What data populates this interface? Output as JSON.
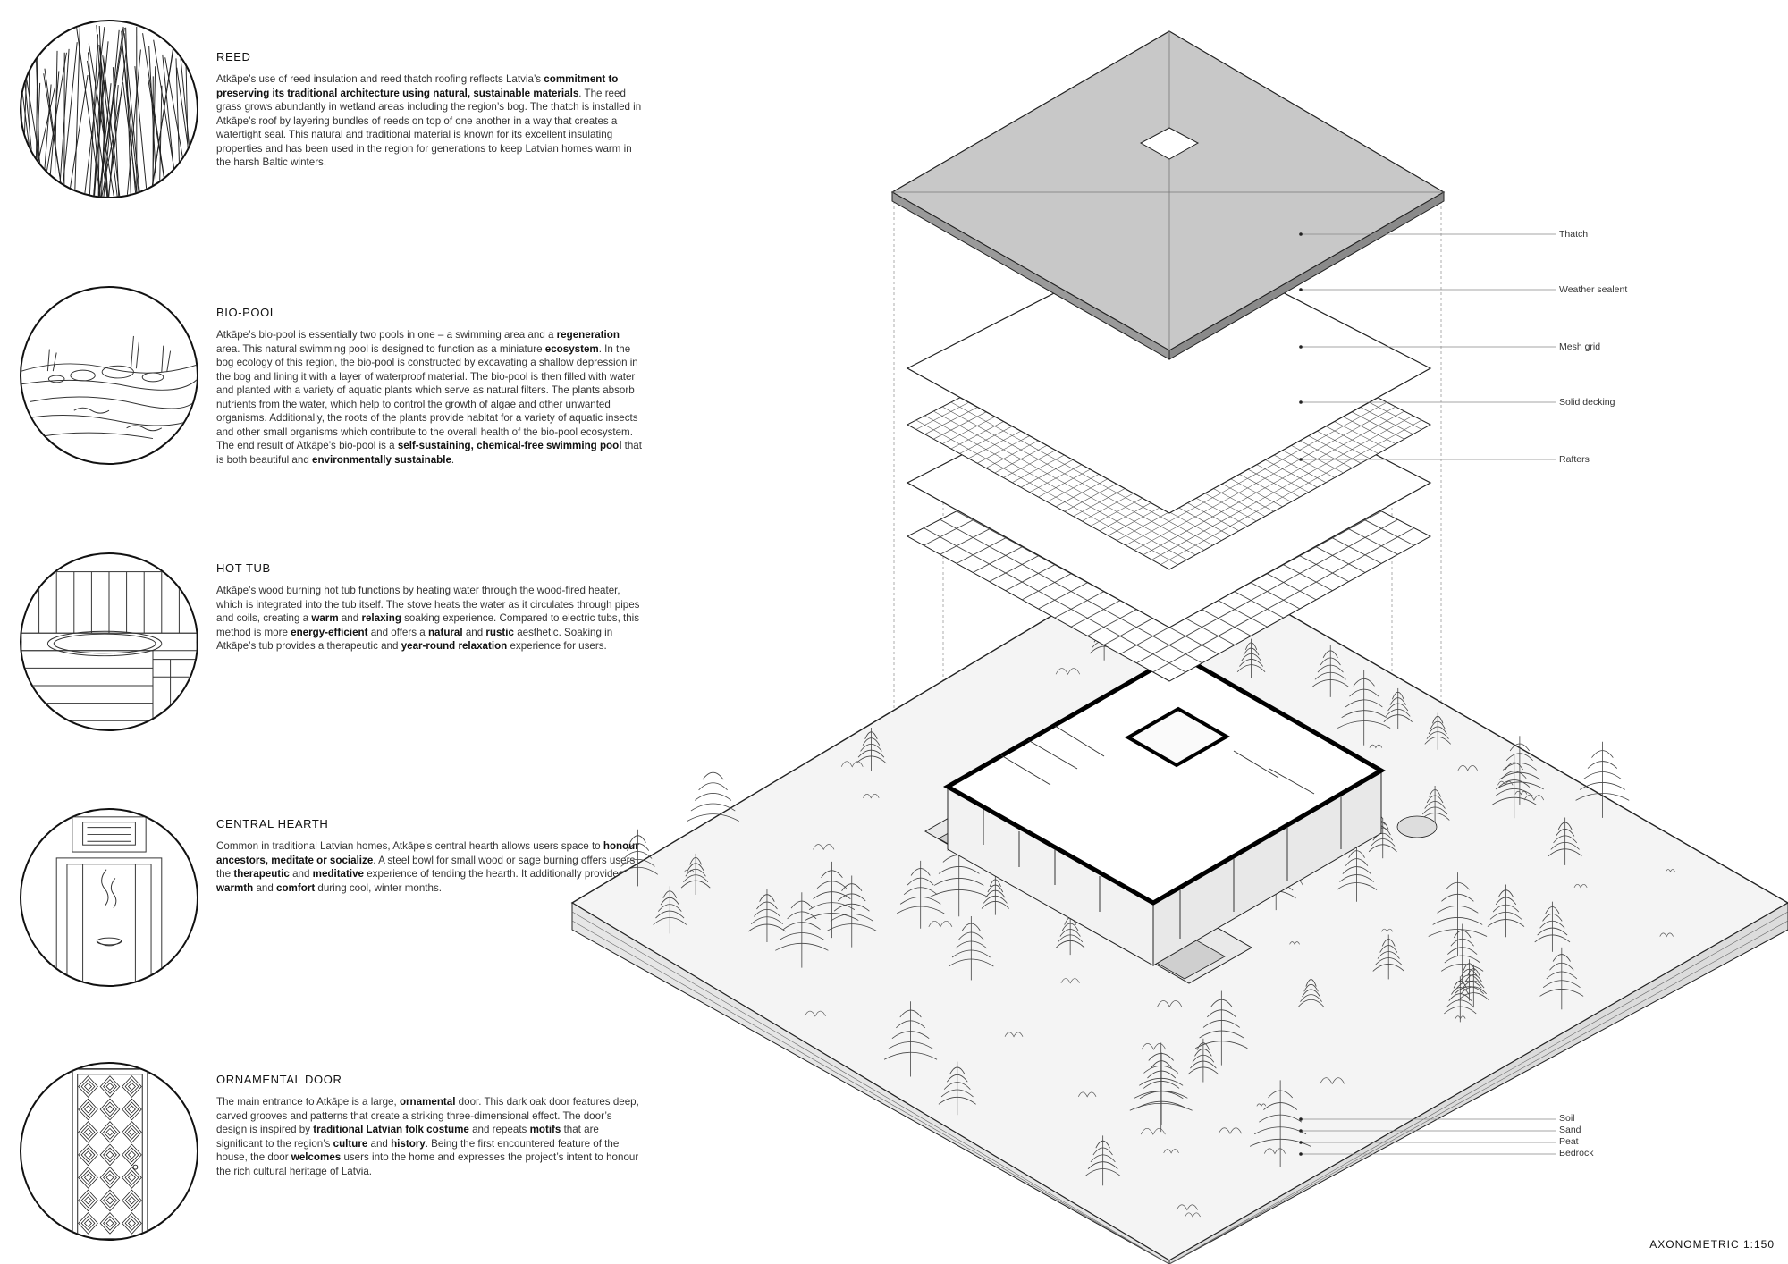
{
  "sections": [
    {
      "id": "reed",
      "title": "REED",
      "text_html": "Atkāpe’s use of reed insulation and reed thatch roofing reflects Latvia’s <b>commitment to preserving its traditional architecture using natural, sustainable materials</b>. The reed grass grows abundantly in wetland areas including the region’s bog. The thatch is installed in Atkāpe’s roof by layering bundles of reeds on top of one another in a way that creates a watertight seal. This natural and traditional material is known for its excellent insulating properties and has been used in the region for generations to keep Latvian homes warm in the harsh Baltic winters."
    },
    {
      "id": "biopool",
      "title": "BIO-POOL",
      "text_html": "Atkāpe’s bio-pool is essentially two pools in one – a swimming area and a <b>regeneration</b> area. This natural swimming pool is designed to function as a miniature <b>ecosystem</b>. In the bog ecology of this region, the bio-pool is constructed by excavating a shallow depression in the bog and lining it with a layer of waterproof material. The bio-pool is then filled with water and planted with a variety of aquatic plants which serve as natural filters. The plants absorb nutrients from the water, which help to control the growth of algae and other unwanted organisms. Additionally, the roots of the plants provide habitat for a variety of aquatic insects and other small organisms which contribute to the overall health of the bio-pool ecosystem. The end result of Atkāpe’s bio-pool is a <b>self-sustaining, chemical-free swimming pool</b> that is both beautiful and <b>environmentally sustainable</b>."
    },
    {
      "id": "hottub",
      "title": "HOT TUB",
      "text_html": "Atkāpe’s wood burning hot tub functions by heating water through the wood-fired heater, which is integrated into the tub itself. The stove heats the water as it circulates through pipes and coils, creating a <b>warm</b> and <b>relaxing</b> soaking experience. Compared to electric tubs, this method is more <b>energy-efficient</b> and offers a <b>natural</b> and <b>rustic</b> aesthetic. Soaking in Atkāpe’s tub provides a therapeutic and <b>year-round relaxation</b> experience for users."
    },
    {
      "id": "hearth",
      "title": "CENTRAL HEARTH",
      "text_html": "Common in traditional Latvian homes, Atkāpe’s central hearth allows users space to <b>honour ancestors, meditate or socialize</b>. A steel bowl for small wood or sage burning offers users the <b>therapeutic</b> and <b>meditative</b> experience of tending the hearth. It additionally provides <b>warmth</b> and <b>comfort</b> during cool, winter months."
    },
    {
      "id": "door",
      "title": "ORNAMENTAL DOOR",
      "text_html": "The main entrance to Atkāpe is a large, <b>ornamental</b> door. This dark oak door features deep, carved grooves and patterns that create a striking three-dimensional effect. The door’s design is inspired by <b>traditional Latvian folk costume</b> and repeats <b>motifs</b> that are significant to the region’s <b>culture</b> and <b>history</b>. Being the first encountered feature of the house, the door <b>welcomes</b> users into the home and expresses the project’s intent to honour the rich cultural heritage of Latvia."
    }
  ],
  "roof_layers": [
    "Thatch",
    "Weather sealent",
    "Mesh grid",
    "Solid decking",
    "Rafters"
  ],
  "ground_layers": [
    "Soil",
    "Sand",
    "Peat",
    "Bedrock"
  ],
  "scale_label": "AXONOMETRIC 1:150"
}
